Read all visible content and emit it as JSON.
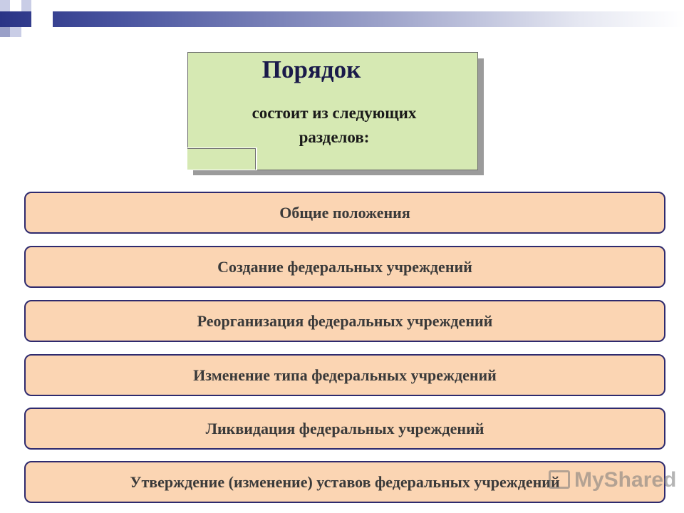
{
  "note": {
    "title": "Порядок",
    "text": "состоит из следующих разделов:"
  },
  "sections": [
    "Общие положения",
    "Создание федеральных учреждений",
    "Реорганизация федеральных учреждений",
    "Изменение типа федеральных учреждений",
    "Ликвидация федеральных учреждений",
    "Утверждение (изменение) уставов федеральных учреждений"
  ],
  "watermark": "MyShared"
}
